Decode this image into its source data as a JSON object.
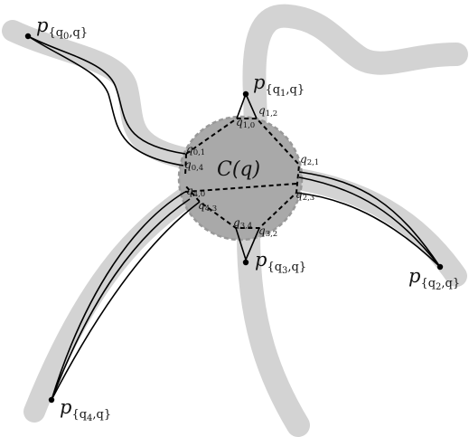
{
  "center": {
    "label": "C(q)"
  },
  "endpoints": [
    {
      "id": "p-q0",
      "main": "p",
      "sub": "{q",
      "subsub": "0",
      "tail": ",q}"
    },
    {
      "id": "p-q1",
      "main": "p",
      "sub": "{q",
      "subsub": "1",
      "tail": ",q}"
    },
    {
      "id": "p-q2",
      "main": "p",
      "sub": "{q",
      "subsub": "2",
      "tail": ",q}"
    },
    {
      "id": "p-q3",
      "main": "p",
      "sub": "{q",
      "subsub": "3",
      "tail": ",q}"
    },
    {
      "id": "p-q4",
      "main": "p",
      "sub": "{q",
      "subsub": "4",
      "tail": ",q}"
    }
  ],
  "boundary_points": [
    {
      "main": "q",
      "sub": "0,1"
    },
    {
      "main": "q",
      "sub": "0,4"
    },
    {
      "main": "q",
      "sub": "1,0"
    },
    {
      "main": "q",
      "sub": "1,2"
    },
    {
      "main": "q",
      "sub": "2,1"
    },
    {
      "main": "q",
      "sub": "2,3"
    },
    {
      "main": "q",
      "sub": "3,4"
    },
    {
      "main": "q",
      "sub": "3,2"
    },
    {
      "main": "q",
      "sub": "4,0"
    },
    {
      "main": "q",
      "sub": "4,3"
    }
  ],
  "colors": {
    "band": "#d3d3d3",
    "disk": "#a9a9a9",
    "disk_edge": "#999999",
    "line": "#000000"
  }
}
